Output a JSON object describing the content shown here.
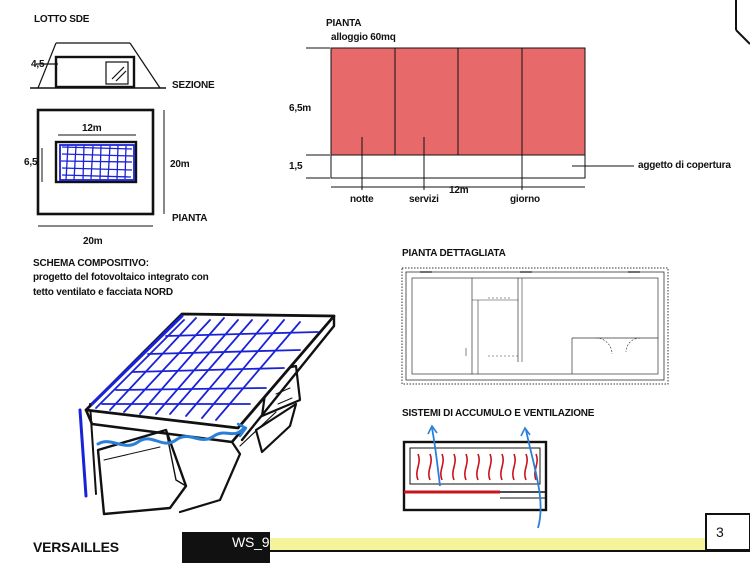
{
  "lotto": {
    "title": "LOTTO SDE",
    "section_label": "SEZIONE",
    "height_label": "4,5",
    "plan_label": "PIANTA",
    "width_inner": "12m",
    "depth_inner": "6,5",
    "depth_outer": "20m",
    "width_outer": "20m"
  },
  "pianta": {
    "title": "PIANTA",
    "subtitle": "alloggio 60mq",
    "height_main": "6,5m",
    "height_strip": "1,5",
    "width": "12m",
    "zones": [
      "notte",
      "servizi",
      "giorno"
    ],
    "canopy_label": "aggetto di copertura",
    "fill_color": "#e8696a"
  },
  "schema": {
    "title": "SCHEMA COMPOSITIVO:",
    "line1": "progetto del fotovoltaico integrato con",
    "line2": "tetto ventilato e facciata NORD",
    "panel_color": "#1a22d8",
    "air_color": "#2a7fd6"
  },
  "dettaglio": {
    "title": "PIANTA DETTAGLIATA"
  },
  "sistemi": {
    "title": "SISTEMI DI ACCUMULO E VENTILAZIONE",
    "heat_color": "#c8141c"
  },
  "footer": {
    "project": "VERSAILLES",
    "workshop": "WS_9",
    "page": "3",
    "band_color": "#f6f49a"
  }
}
